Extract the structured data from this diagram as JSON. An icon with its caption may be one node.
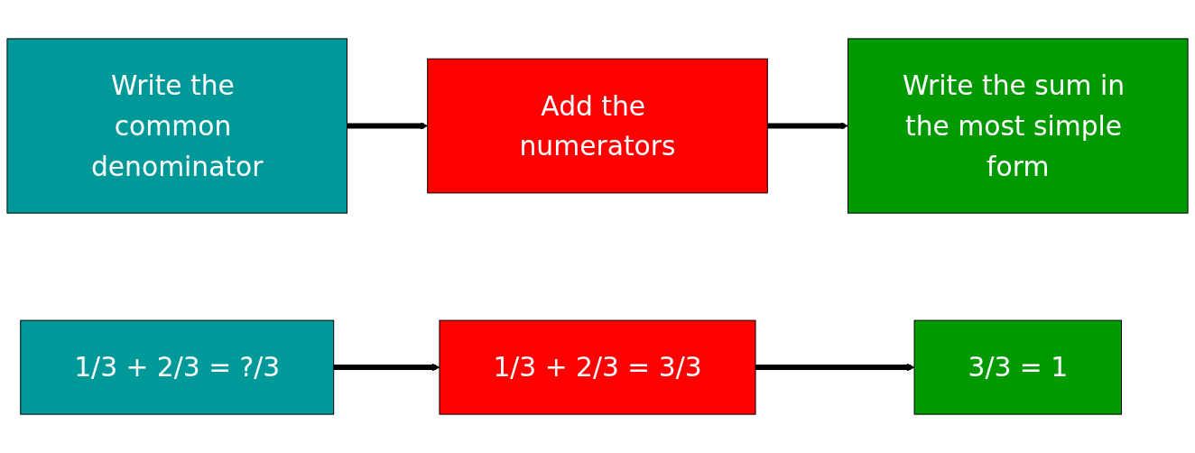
{
  "diagram": {
    "nodes": [
      {
        "text": [
          "Write the common denominator"
        ]
      },
      {
        "text": [
          "Add the numerators"
        ]
      },
      {
        "text": [
          "Write the sum in the most simple form"
        ]
      },
      {
        "text": [
          "1/3 + 2/3 = ?/3"
        ]
      },
      {
        "text": [
          "1/3 + 2/3 = 3/3"
        ]
      },
      {
        "text": [
          "3/3 = 1"
        ]
      }
    ],
    "edges": [
      {
        "from": 0,
        "to": 1,
        "arrow": "to"
      },
      {
        "from": 1,
        "to": 2,
        "arrow": "to"
      },
      {
        "from": 3,
        "to": 4,
        "arrow": "to"
      },
      {
        "from": 4,
        "to": 5,
        "arrow": "to"
      }
    ]
  }
}
